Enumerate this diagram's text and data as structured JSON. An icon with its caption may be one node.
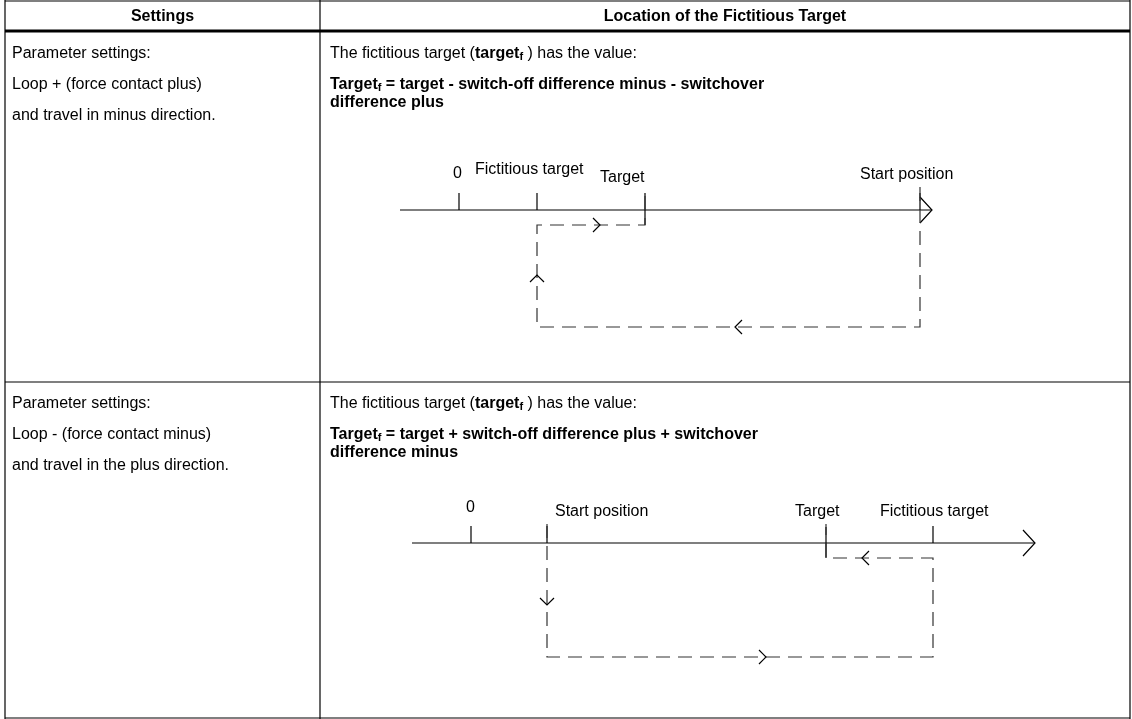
{
  "diagram": {
    "nodes": [
      {
        "text": [
          "Start position"
        ]
      },
      {
        "text": [
          "Target"
        ]
      },
      {
        "text": [
          "Start position"
        ]
      },
      {
        "text": [
          "Target"
        ]
      }
    ],
    "edges": [
      {
        "from": 0,
        "to": 1,
        "arrow": "to",
        "style": "dashed"
      },
      {
        "from": 2,
        "to": 3,
        "arrow": "to",
        "style": "dashed"
      }
    ],
    "labels": [
      "Settings",
      "Location of the Fictitious Target",
      "Parameter settings:",
      "Loop + (force contact plus) and travel in minus direction.",
      "The fictitious target (**target$_{f}$** ) has the value:",
      "Target$_{f}$ = target - switch-off difference minus - switchover difference plus",
      "0",
      "Fictitious target",
      "Parameter settings:",
      "Loop - (force contact minus) and travel in the plus direction.",
      "The fictitious target (**target$_{f}$** ) has the value:",
      "Target$_{f}$ = target + switch-off difference plus + switchover difference minus",
      "0",
      "Fictitious target"
    ]
  }
}
